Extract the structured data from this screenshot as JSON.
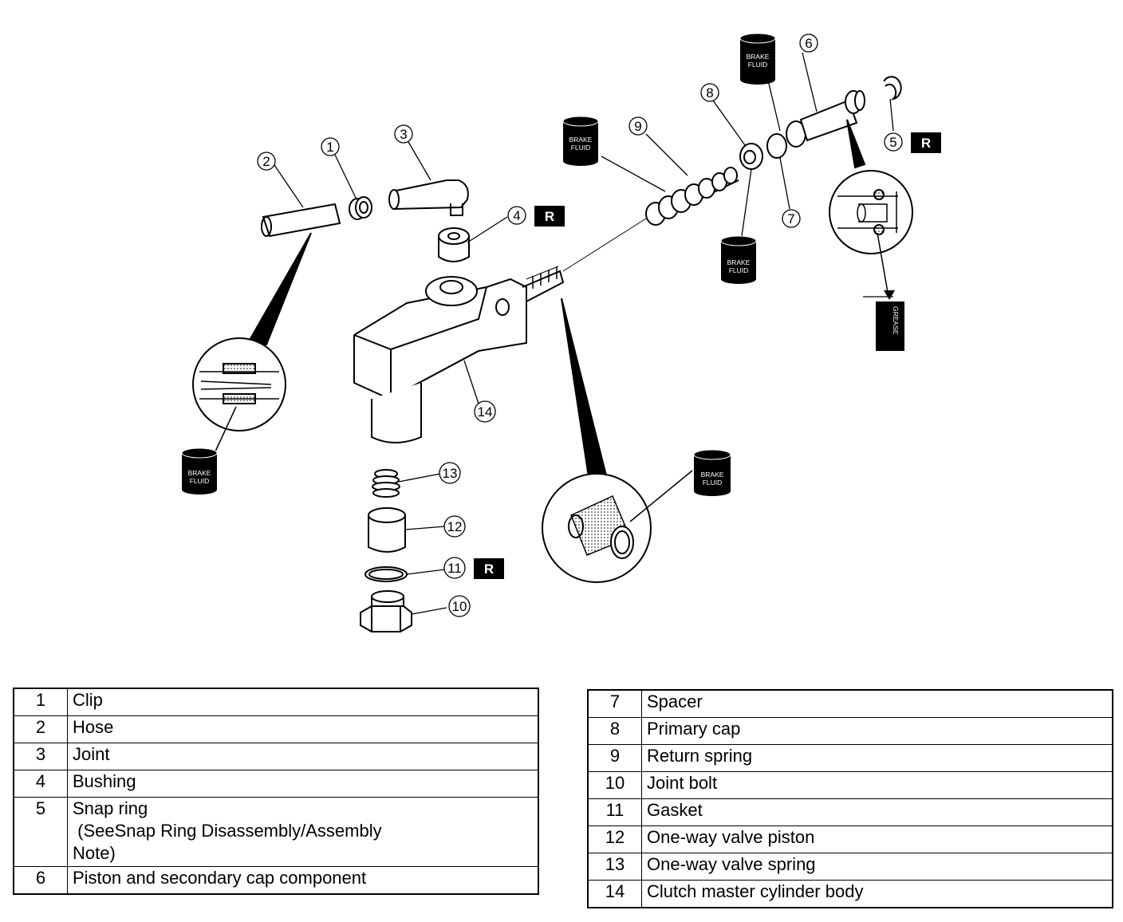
{
  "callouts": [
    "1",
    "2",
    "3",
    "4",
    "5",
    "6",
    "7",
    "8",
    "9",
    "10",
    "11",
    "12",
    "13",
    "14"
  ],
  "can_labels": {
    "brake_line1": "BRAKE",
    "brake_line2": "FLUID",
    "grease": "GREASE"
  },
  "replace_mark": "R",
  "legend_left": [
    {
      "num": "1",
      "desc": [
        "Clip"
      ]
    },
    {
      "num": "2",
      "desc": [
        "Hose"
      ]
    },
    {
      "num": "3",
      "desc": [
        "Joint"
      ]
    },
    {
      "num": "4",
      "desc": [
        "Bushing"
      ]
    },
    {
      "num": "5",
      "desc": [
        "Snap ring",
        " (SeeSnap Ring Disassembly/Assembly",
        "Note)"
      ]
    },
    {
      "num": "6",
      "desc": [
        "Piston and secondary cap component"
      ]
    }
  ],
  "legend_right": [
    {
      "num": "7",
      "desc": [
        "Spacer"
      ]
    },
    {
      "num": "8",
      "desc": [
        "Primary cap"
      ]
    },
    {
      "num": "9",
      "desc": [
        "Return spring"
      ]
    },
    {
      "num": "10",
      "desc": [
        "Joint bolt"
      ]
    },
    {
      "num": "11",
      "desc": [
        "Gasket"
      ]
    },
    {
      "num": "12",
      "desc": [
        "One-way valve piston"
      ]
    },
    {
      "num": "13",
      "desc": [
        "One-way valve spring"
      ]
    },
    {
      "num": "14",
      "desc": [
        "Clutch master cylinder body"
      ]
    }
  ]
}
